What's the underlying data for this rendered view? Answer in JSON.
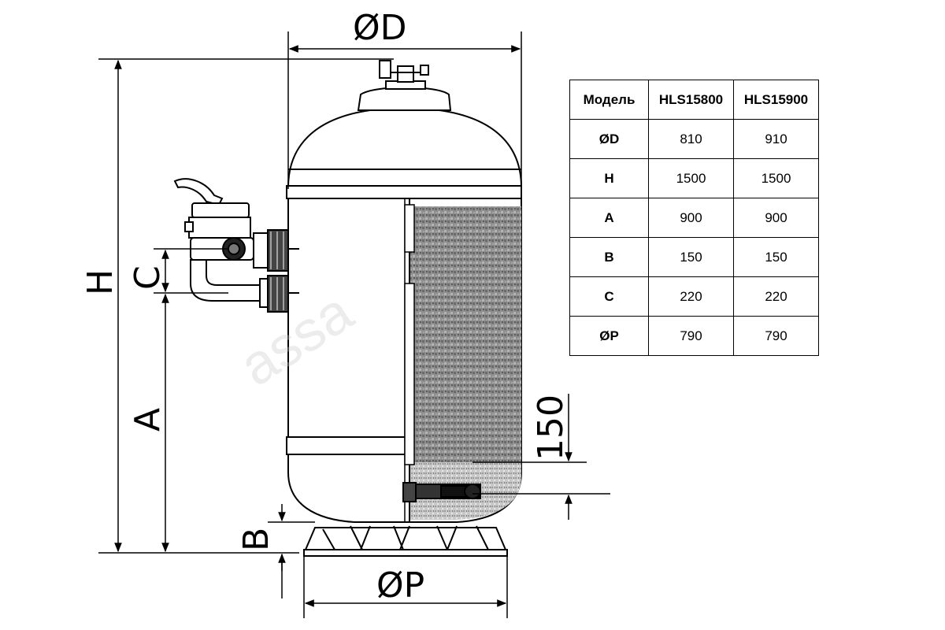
{
  "dimensions": {
    "diameter_d": "ØD",
    "height_h": "H",
    "dim_a": "A",
    "dim_b": "B",
    "dim_c": "C",
    "diameter_p": "ØP",
    "dim_150": "150"
  },
  "spec_table": {
    "headers": [
      "Модель",
      "HLS15800",
      "HLS15900"
    ],
    "rows": [
      [
        "ØD",
        "810",
        "910"
      ],
      [
        "H",
        "1500",
        "1500"
      ],
      [
        "A",
        "900",
        "900"
      ],
      [
        "B",
        "150",
        "150"
      ],
      [
        "C",
        "220",
        "220"
      ],
      [
        "ØP",
        "790",
        "790"
      ]
    ]
  },
  "watermark": "assa"
}
